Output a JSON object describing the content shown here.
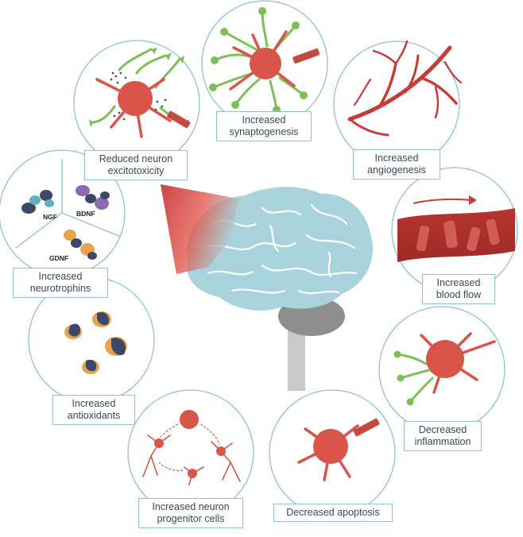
{
  "panels": {
    "excitotoxicity": {
      "line1": "Reduced neuron",
      "line2": "excitotoxicity"
    },
    "synaptogenesis": {
      "line1": "Increased",
      "line2": "synaptogenesis"
    },
    "angiogenesis": {
      "line1": "Increased",
      "line2": "angiogenesis"
    },
    "blood_flow": {
      "line1": "Increased",
      "line2": "blood flow"
    },
    "inflammation": {
      "line1": "Decreased",
      "line2": "inflammation"
    },
    "apoptosis": {
      "line1": "Decreased apoptosis"
    },
    "progenitor": {
      "line1": "Increased neuron",
      "line2": "progenitor cells"
    },
    "antioxidants": {
      "line1": "Increased",
      "line2": "antioxidants"
    },
    "neurotrophins": {
      "line1": "Increased",
      "line2": "neurotrophins",
      "factors": {
        "ngf": "NGF",
        "bdnf": "BDNF",
        "gdnf": "GDNF"
      }
    }
  },
  "colors": {
    "neuron_red": "#d9554a",
    "synapse_green": "#7cbf57",
    "brain_blue": "#a9d3dc",
    "brainstem_gray": "#9a9a9a",
    "circle_border": "#8fc3c9",
    "vessel_red": "#c63c36"
  }
}
